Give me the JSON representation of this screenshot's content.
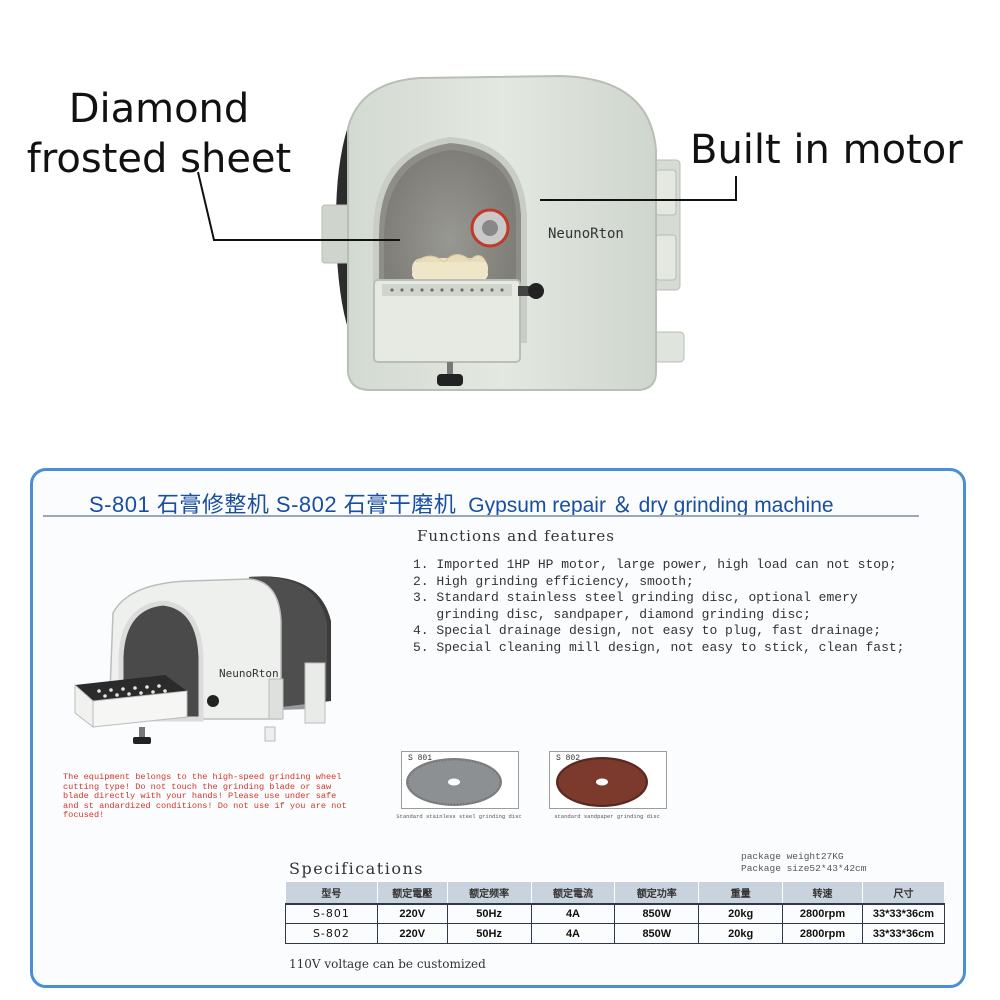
{
  "callouts": {
    "diamond_sheet": "Diamond\nfrosted sheet",
    "built_in_motor": "Built in motor"
  },
  "brand": {
    "name": "NeunoRton"
  },
  "spec_sheet": {
    "title_zh": "S-801 石膏修整机 S-802 石膏干磨机",
    "title_en": "Gypsum repair ＆ dry grinding machine",
    "features_heading": "Functions and features",
    "features": [
      "1. Imported 1HP HP motor, large power, high load can not stop;",
      "2. High grinding efficiency, smooth;",
      "3. Standard stainless steel grinding disc, optional emery",
      "   grinding disc, sandpaper, diamond grinding disc;",
      "4. Special drainage design, not easy to plug, fast drainage;",
      "5. Special cleaning mill design, not easy to stick, clean fast;"
    ],
    "warning": "The equipment belongs to the high-speed grinding wheel cutting type! Do not touch the grinding blade or saw blade directly with your hands! Please use under safe and st andardized conditions! Do not use if you are not focused!",
    "discs": [
      {
        "code": "S 801",
        "caption": "Standard stainless steel grinding disc"
      },
      {
        "code": "S 802",
        "caption": "standard sandpaper grinding disc"
      }
    ],
    "specifications_heading": "Specifications",
    "package_weight": "package weight27KG",
    "package_size": "Package size52*43*42cm",
    "table": {
      "headers": [
        "型号",
        "额定電壓",
        "额定频率",
        "额定電流",
        "额定功率",
        "重量",
        "转速",
        "尺寸"
      ],
      "rows": [
        [
          "S-801",
          "220V",
          "50Hz",
          "4A",
          "850W",
          "20kg",
          "2800rpm",
          "33*33*36cm"
        ],
        [
          "S-802",
          "220V",
          "50Hz",
          "4A",
          "850W",
          "20kg",
          "2800rpm",
          "33*33*36cm"
        ]
      ]
    },
    "voltage_note": "110V voltage can be customized"
  },
  "colors": {
    "card_border": "#4a8ed4",
    "title_blue": "#1a4ea0",
    "warning_red": "#d2362c",
    "machine_body": "#dde3dc",
    "table_header": "#c9d3dd"
  }
}
